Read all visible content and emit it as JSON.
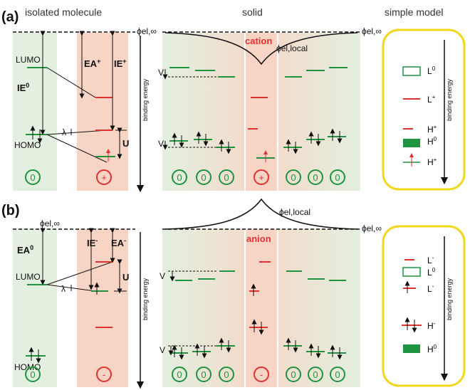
{
  "headers": {
    "isolated": "isolated molecule",
    "solid": "solid",
    "model": "simple model"
  },
  "panel_a": {
    "tag": "(a)",
    "phi_inf": "ϕel,∞",
    "phi_local": "ϕel,local",
    "lumo": "LUMO",
    "homo": "HOMO",
    "ie0": "IE",
    "ie0_sup": "0",
    "ea_plus": "EA",
    "ie_plus": "IE",
    "plus_sup": "+",
    "lambda": "λ",
    "u": "U",
    "v": "V",
    "cation": "cation",
    "binding": "binding energy",
    "circles_left": [
      "0",
      "+"
    ],
    "circles_solid": [
      "0",
      "0",
      "0",
      "+",
      "0",
      "0",
      "0"
    ],
    "legend": [
      "L",
      "L",
      "H",
      "H",
      "H"
    ],
    "legend_sup": [
      "0",
      "+",
      "+",
      "0",
      "+"
    ]
  },
  "panel_b": {
    "tag": "(b)",
    "phi_inf": "ϕel,∞",
    "phi_local": "ϕel,local",
    "lumo": "LUMO",
    "homo": "HOMO",
    "ea0": "EA",
    "ea0_sup": "0",
    "ie_minus": "IE",
    "ea_minus": "EA",
    "minus_sup": "-",
    "lambda": "λ",
    "u": "U",
    "v": "V",
    "anion": "anion",
    "binding": "binding energy",
    "circles_left": [
      "0",
      "-"
    ],
    "circles_solid": [
      "0",
      "0",
      "0",
      "-",
      "0",
      "0",
      "0"
    ],
    "legend": [
      "L",
      "L",
      "L",
      "H",
      "H"
    ],
    "legend_sup": [
      "-",
      "0",
      "-",
      "-",
      "0"
    ]
  },
  "colors": {
    "green_bg": "#e3efdf",
    "red_bg": "#f7d4c4",
    "green": "#1e9440",
    "red": "#e03030",
    "yellow": "#f2d81c"
  }
}
